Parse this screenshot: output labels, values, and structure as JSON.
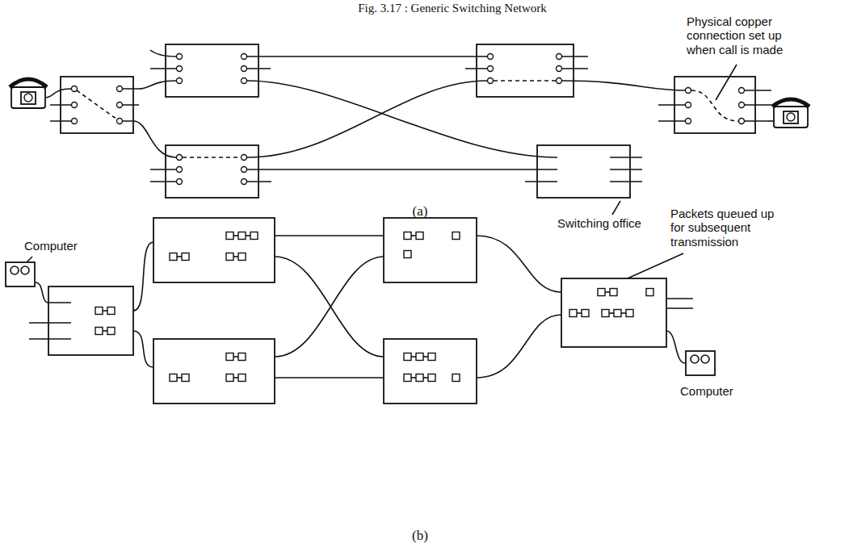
{
  "diagram": {
    "title": "Fig. 3.17 : Generic Switching Network",
    "nodes": [
      {
        "text": [
          "Computer"
        ]
      },
      {
        "text": [
          "Computer"
        ]
      }
    ],
    "labels": [
      "Physical copper connection set up when call is made",
      "(a)",
      "Switching office",
      "Packets queued up for subsequent transmission",
      "(b)"
    ]
  }
}
